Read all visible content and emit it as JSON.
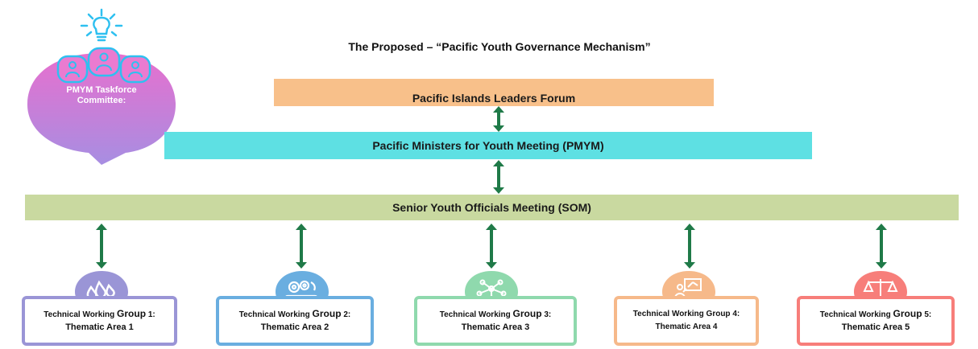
{
  "title": "The Proposed – “Pacific Youth Governance Mechanism”",
  "taskforce": {
    "label_line1": "PMYM Taskforce",
    "label_line2": "Committee:"
  },
  "levels": {
    "leaders": "Pacific Islands Leaders Forum",
    "ministers": "Pacific Ministers for Youth Meeting (PMYM)",
    "som": "Senior Youth Officials Meeting (SOM)"
  },
  "groups": [
    {
      "prefix": "Technical Working ",
      "group": "Group",
      "suffix": " 1:",
      "area": "Thematic Area 1",
      "color": "#9a95d6",
      "icon": "water-drops-icon"
    },
    {
      "prefix": "Technical Working ",
      "group": "Group",
      "suffix": " 2:",
      "area": "Thematic Area 2",
      "color": "#6aaee0",
      "icon": "gears-icon"
    },
    {
      "prefix": "Technical Working ",
      "group": "Group",
      "suffix": " 3:",
      "area": "Thematic Area 3",
      "color": "#8fd9ad",
      "icon": "people-network-icon"
    },
    {
      "prefix": "Technical Working ",
      "group": "Group",
      "suffix": " 4:",
      "area": "Thematic Area 4",
      "color": "#f6b98a",
      "icon": "presenter-icon"
    },
    {
      "prefix": "Technical Working ",
      "group": "Group",
      "suffix": " 5:",
      "area": "Thematic Area 5",
      "color": "#f77e7a",
      "icon": "scales-icon"
    }
  ],
  "colors": {
    "arrow": "#1f7a48",
    "bubble_top": "#e86fce",
    "bubble_bottom": "#a78ee2",
    "icon_blue": "#2ec0f0"
  }
}
